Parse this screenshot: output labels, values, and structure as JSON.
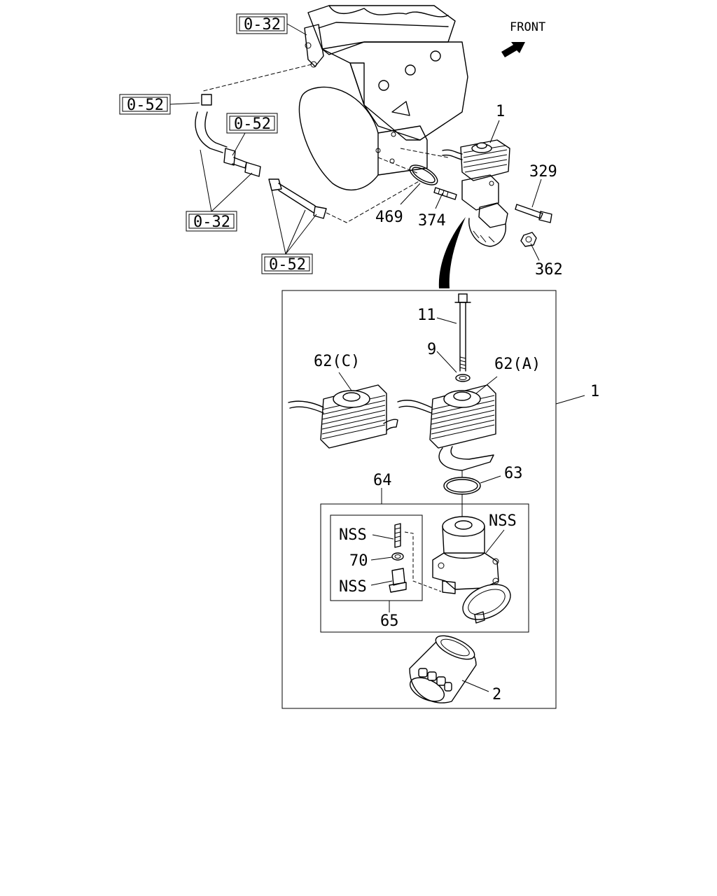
{
  "refs": {
    "ref_032_top": "0-32",
    "ref_052_left": "0-52",
    "ref_052_mid": "0-52",
    "ref_032_bottom": "0-32",
    "ref_052_bottom": "0-52"
  },
  "front_label": "FRONT",
  "callouts": {
    "c1_top": "1",
    "c329": "329",
    "c469": "469",
    "c374": "374",
    "c362": "362",
    "c11": "11",
    "c9": "9",
    "c62c": "62(C)",
    "c62a": "62(A)",
    "c1_right": "1",
    "c63": "63",
    "c64": "64",
    "nss_right": "NSS",
    "nss_top": "NSS",
    "c70": "70",
    "nss_bottom": "NSS",
    "c65": "65",
    "c2": "2"
  }
}
